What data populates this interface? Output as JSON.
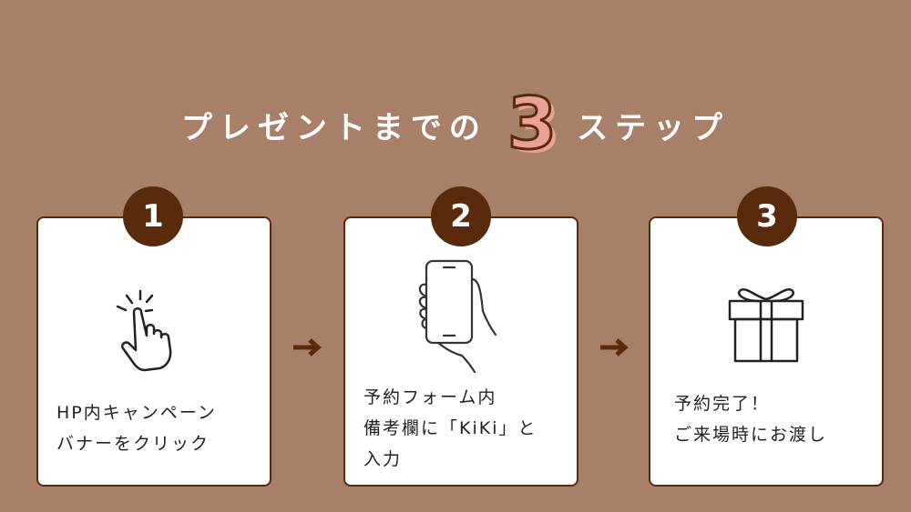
{
  "title": {
    "before": "プレゼントまでの",
    "number": "3",
    "after": "ステップ"
  },
  "steps": [
    {
      "number": "1",
      "icon": "pointer-hand-click-icon",
      "lines": [
        "HP内キャンペーン",
        "バナーをクリック"
      ]
    },
    {
      "number": "2",
      "icon": "hand-holding-phone-icon",
      "lines": [
        "予約フォーム内",
        "備考欄に「KiKi」と",
        "入力"
      ]
    },
    {
      "number": "3",
      "icon": "gift-box-icon",
      "lines": [
        "予約完了！",
        "ご来場時にお渡し"
      ]
    }
  ],
  "colors": {
    "background": "#a87f68",
    "accent": "#5a2a0c",
    "highlight": "#e9a196"
  }
}
